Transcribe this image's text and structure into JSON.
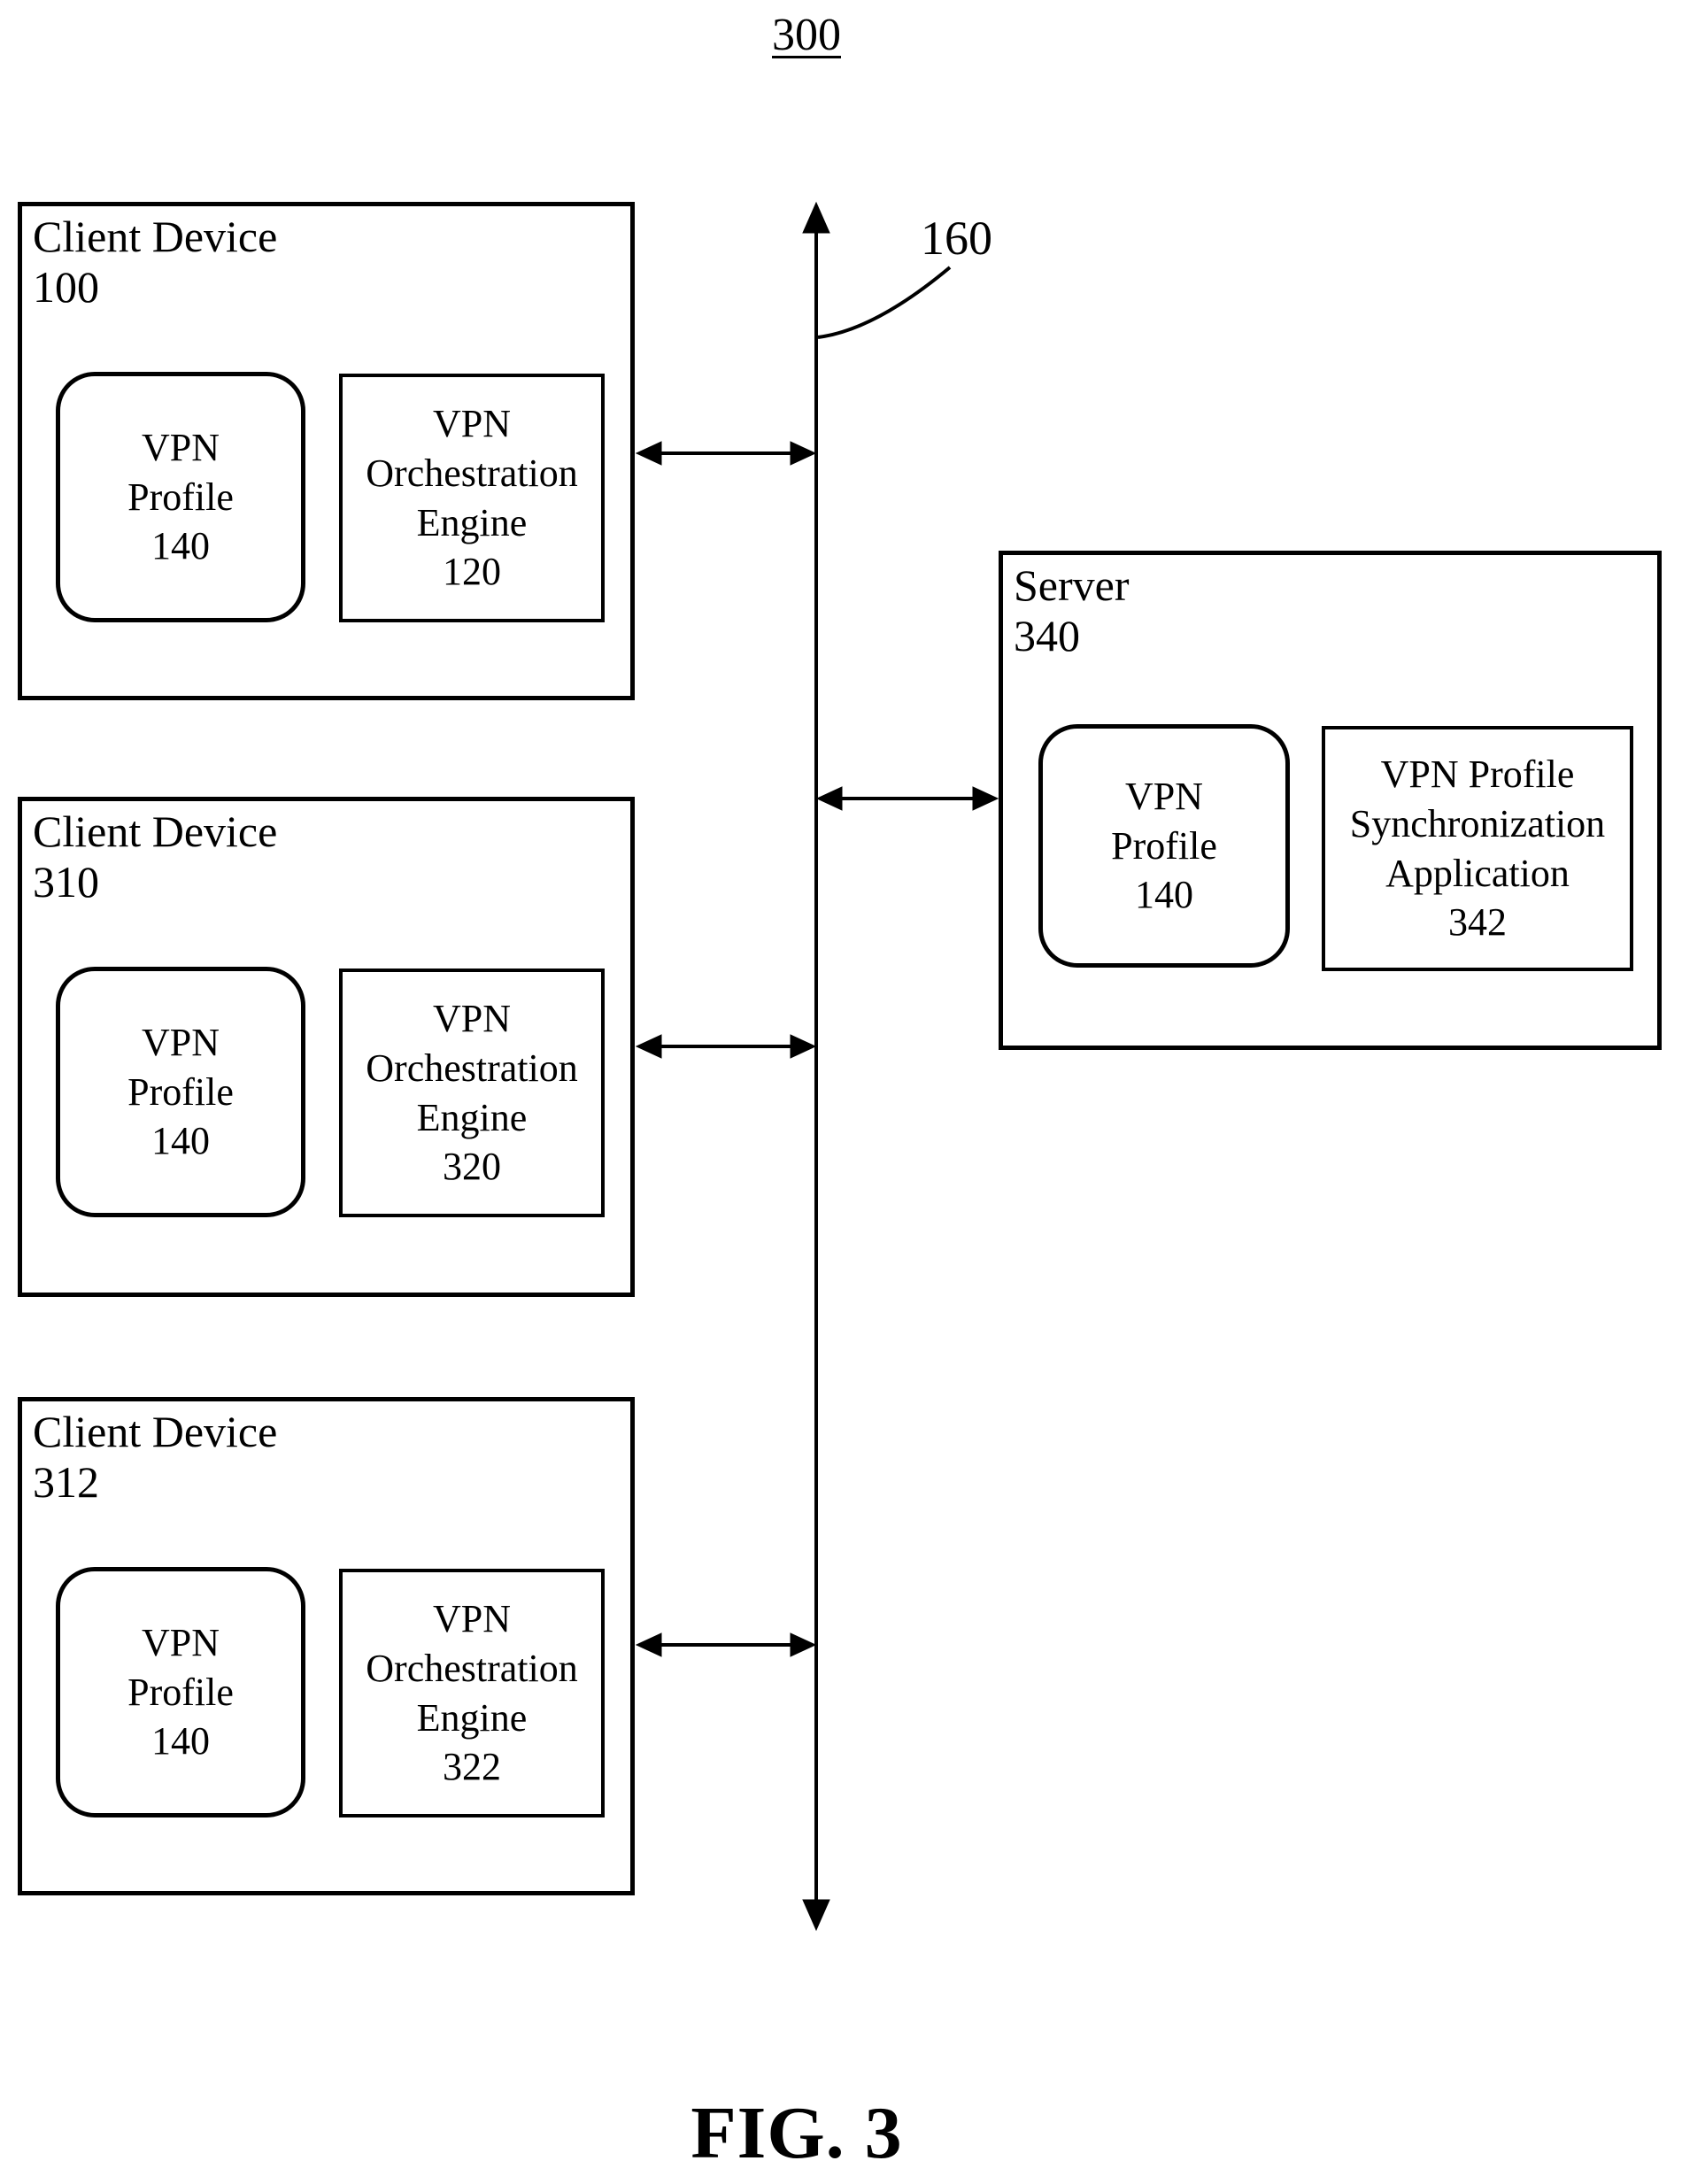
{
  "figure": {
    "reference": "300",
    "caption": "FIG. 3",
    "network_label": "160",
    "colors": {
      "ink": "#000000",
      "background": "#ffffff"
    }
  },
  "clients": [
    {
      "title": "Client Device",
      "number": "100",
      "profile": "VPN\nProfile\n140",
      "engine": "VPN\nOrchestration\nEngine\n120"
    },
    {
      "title": "Client Device",
      "number": "310",
      "profile": "VPN\nProfile\n140",
      "engine": "VPN\nOrchestration\nEngine\n320"
    },
    {
      "title": "Client Device",
      "number": "312",
      "profile": "VPN\nProfile\n140",
      "engine": "VPN\nOrchestration\nEngine\n322"
    }
  ],
  "server": {
    "title": "Server",
    "number": "340",
    "profile": "VPN\nProfile\n140",
    "application": "VPN Profile\nSynchronization\nApplication\n342"
  }
}
